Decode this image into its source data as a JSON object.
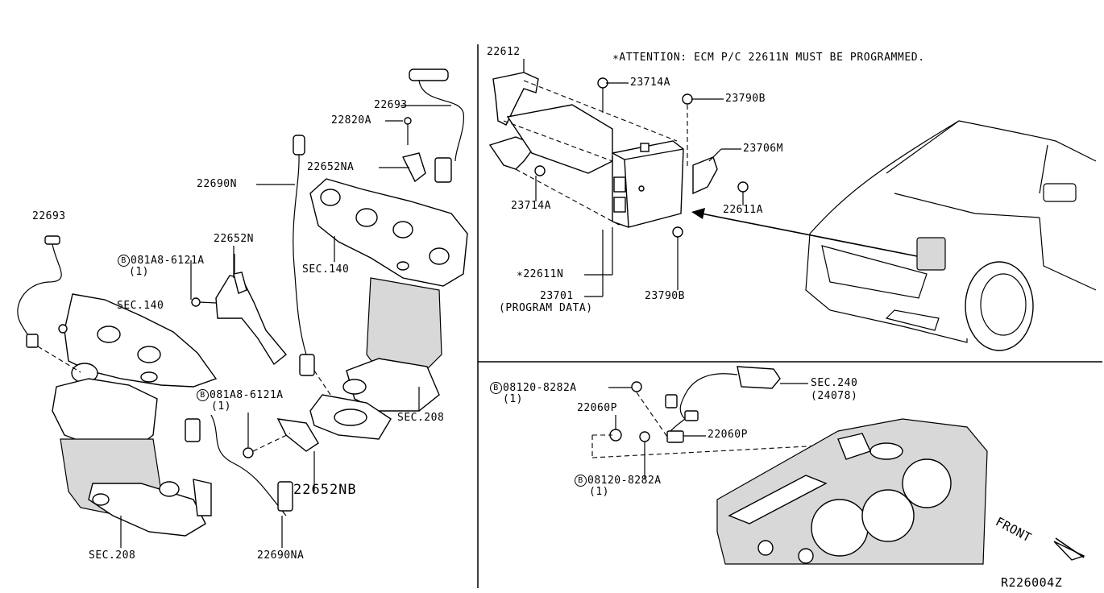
{
  "attention_note": "∗ATTENTION: ECM P/C 22611N MUST BE PROGRAMMED.",
  "diagram_id": "R226004Z",
  "left_labels": {
    "l22693_top": "22693",
    "l22820A": "22820A",
    "l22652NA": "22652NA",
    "l22690N": "22690N",
    "l22693_left": "22693",
    "l22652N": "22652N",
    "lbolt1": "081A8-6121A",
    "lbolt1_qty": "(1)",
    "lsec140_left": "SEC.140",
    "lsec140_right": "SEC.140",
    "lbolt2": "081A8-6121A",
    "lbolt2_qty": "(1)",
    "lsec208_right": "SEC.208",
    "l22652NB": "22652NB",
    "lsec208_left": "SEC.208",
    "l22690NA": "22690NA"
  },
  "ecm_labels": {
    "l22612": "22612",
    "l23714A_top": "23714A",
    "l23790B_top": "23790B",
    "l23706M": "23706M",
    "l22611A": "22611A",
    "l23714A_left": "23714A",
    "l22611N": "∗22611N",
    "l23701": "23701",
    "lprogram": "(PROGRAM DATA)",
    "l23790B_bottom": "23790B"
  },
  "sensor_labels": {
    "lbolt3": "08120-8282A",
    "lbolt3_qty": "(1)",
    "lsec240": "SEC.240",
    "lsec240_sub": "(24078)",
    "l22060P_top": "22060P",
    "l22060P_right": "22060P",
    "lbolt4": "08120-8282A",
    "lbolt4_qty": "(1)",
    "lfront": "FRONT"
  },
  "circled_letter": "B"
}
